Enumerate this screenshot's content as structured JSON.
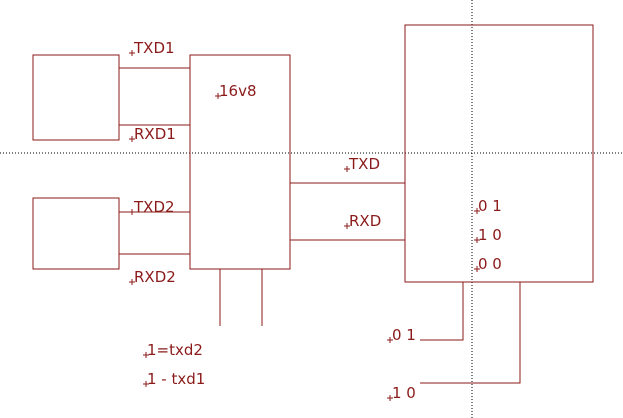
{
  "chip": {
    "part": "16v8"
  },
  "left_ports": {
    "txd1": "TXD1",
    "rxd1": "RXD1",
    "txd2": "TXD2",
    "rxd2": "RXD2"
  },
  "bus": {
    "txd": "TXD",
    "rxd": "RXD"
  },
  "codes": {
    "row1": "0 1",
    "row2": "1 0",
    "row3": "0 0"
  },
  "select_lines": {
    "sel_a": "0 1",
    "sel_b": "1 0"
  },
  "notes": {
    "note1": "1=txd2",
    "note2": "1 - txd1"
  },
  "colors": {
    "wire": "#8b1a1a",
    "crosshair": "#000000",
    "background": "#ffffff"
  }
}
